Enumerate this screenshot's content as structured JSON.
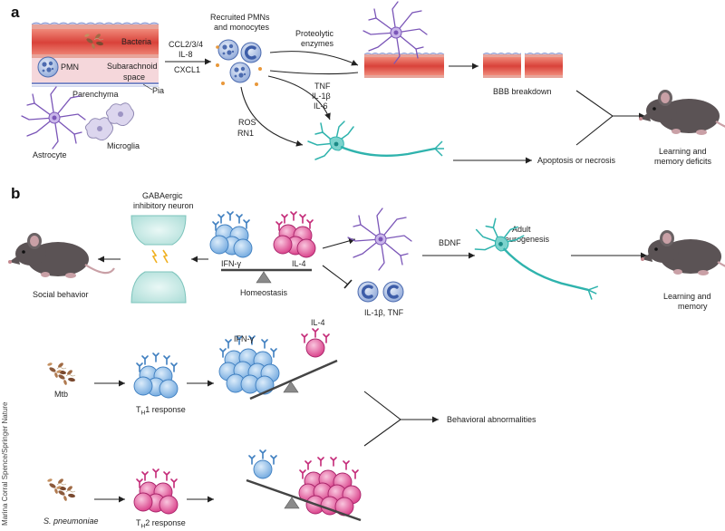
{
  "panels": {
    "a": "a",
    "b": "b"
  },
  "credit": "Marina Corral Spence/Springer Nature",
  "panel_a": {
    "bacteria": "Bacteria",
    "pmn": "PMN",
    "subarachnoid_1": "Subarachnoid",
    "subarachnoid_2": "space",
    "pia": "Pia",
    "parenchyma": "Parenchyma",
    "astrocyte": "Astrocyte",
    "microglia": "Microglia",
    "chemokines_1": "CCL2/3/4",
    "chemokines_2": "IL-8",
    "cxcl1": "CXCL1",
    "recruited_1": "Recruited PMNs",
    "recruited_2": "and monocytes",
    "proteolytic_1": "Proteolytic",
    "proteolytic_2": "enzymes",
    "cytokine_tnf": "TNF",
    "cytokine_il1b": "IL-1β",
    "cytokine_il6": "IL-6",
    "ros": "ROS",
    "rn1": "RN1",
    "bbb": "BBB breakdown",
    "apoptosis": "Apoptosis or necrosis",
    "outcome_1": "Learning and",
    "outcome_2": "memory deficits"
  },
  "panel_b": {
    "gaba_1": "GABAergic",
    "gaba_2": "inhibitory neuron",
    "social": "Social behavior",
    "ifn": "IFN-γ",
    "il4": "IL-4",
    "homeostasis": "Homeostasis",
    "il1b_tnf": "IL-1β, TNF",
    "bdnf": "BDNF",
    "adult_1": "Adult",
    "adult_2": "neurogenesis",
    "learning_1": "Learning and",
    "learning_2": "memory",
    "seesaw_ifn": "IFN-γ",
    "seesaw_il4": "IL-4",
    "mtb": "Mtb",
    "th1_prefix": "T",
    "th1_sub": "H",
    "th1_suffix": "1 response",
    "behavioral": "Behavioral abnormalities",
    "spneu": "S. pneumoniae",
    "th2_prefix": "T",
    "th2_sub": "H",
    "th2_suffix": "2 response"
  },
  "colors": {
    "vessel_red": "#d9423a",
    "astrocyte_purple": "#7b56b8",
    "neuron_teal": "#2fb3ad",
    "th1_blue": "#7ab4e4",
    "th2_pink": "#d8428c",
    "monocyte_blue": "#5b7fc4",
    "mouse_grey": "#5b5355"
  }
}
